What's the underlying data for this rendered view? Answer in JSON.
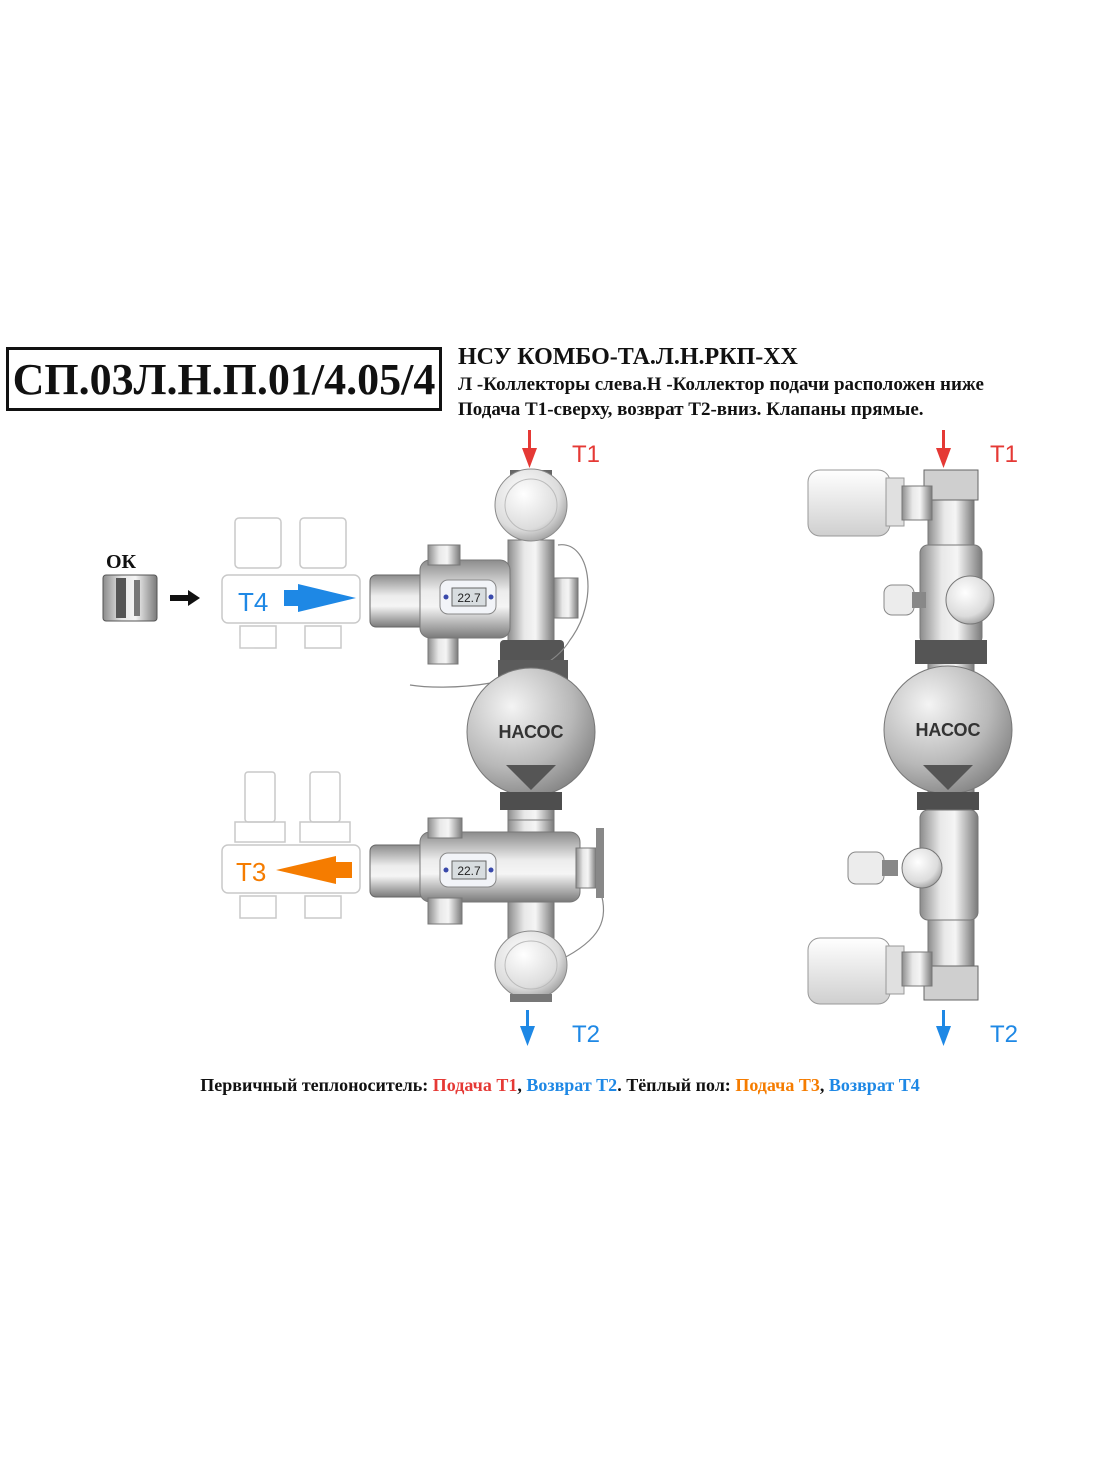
{
  "product_code": "СП.03Л.Н.П.01/4.05/4",
  "title": {
    "line1": "НСУ КОМБО-ТА.Л.Н.РКП-XX",
    "line2": "Л -Коллекторы слева.Н -Коллектор подачи расположен ниже",
    "line3": "Подача Т1-сверху, возврат Т2-вниз. Клапаны прямые."
  },
  "labels": {
    "t1": "T1",
    "t2": "T2",
    "t3": "T3",
    "t4": "T4",
    "ok": "ОК",
    "pump": "НАСОС",
    "display": "22.7"
  },
  "caption": {
    "prefix": "Первичный теплоноситель: ",
    "supply_t1": "Подача Т1",
    "sep1": ", ",
    "return_t2": "Возврат Т2",
    "mid": ". Тёплый пол: ",
    "supply_t3": "Подача Т3",
    "sep2": ", ",
    "return_t4": "Возврат Т4"
  },
  "colors": {
    "red": "#e53935",
    "blue": "#1e88e5",
    "orange": "#f57c00",
    "text": "#111111",
    "metal": "#c9c9c9",
    "pump": "#9e9e9e"
  }
}
